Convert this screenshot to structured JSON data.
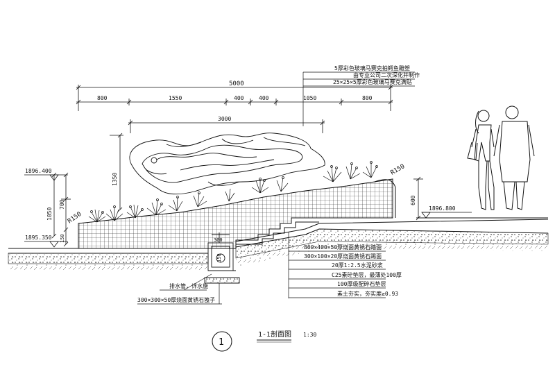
{
  "drawing": {
    "title": "1-1剖面图",
    "scale": "1:30",
    "section_number": "1"
  },
  "dimensions": {
    "total": "5000",
    "segments": [
      "800",
      "1550",
      "400",
      "400",
      "1050",
      "800"
    ],
    "sculpture_width": "3000",
    "sculpture_height": "1350",
    "wall_height_1050": "1050",
    "wall_height_700": "700",
    "base_150": "150",
    "right_600": "600",
    "drain_150": "150",
    "drain_300": "300"
  },
  "elevations": {
    "left_top": "1896.400",
    "left_bottom": "1895.350",
    "right": "1896.800"
  },
  "radii": {
    "left": "R150",
    "right": "R150"
  },
  "top_notes": [
    "5厚彩色玻璃马赛克拍鳄鱼雕塑",
    "由专业公司二次深化并制作",
    "25×25×5厚彩色玻璃马赛克满贴"
  ],
  "layer_notes": [
    "800×400×50厚烧面黄锈石踏面",
    "300×100×20厚烧面黄锈石踢面",
    "20厚1:2.5水泥砂浆",
    "C25素砼垫层，最薄处100厚",
    "100厚级配碎石垫层",
    "素土夯实，夯实度≥0.93"
  ],
  "drain_notes": [
    "排水管，详水施",
    "300×300×50厚烧面黄锈石篦子"
  ]
}
